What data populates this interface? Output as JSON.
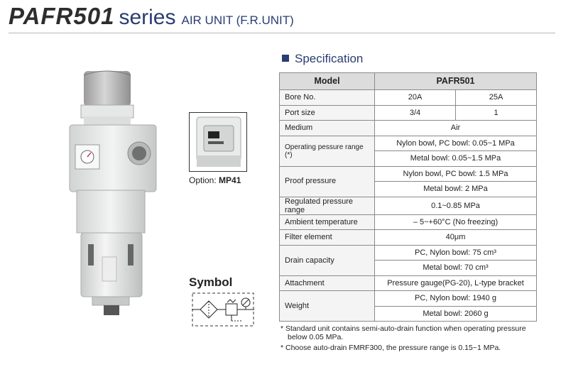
{
  "header": {
    "model": "PAFR501",
    "series": "series",
    "subtitle": "AIR UNIT (F.R.UNIT)"
  },
  "option": {
    "label_prefix": "Option: ",
    "label_model": "MP41"
  },
  "symbol": {
    "title": "Symbol"
  },
  "specification": {
    "title": "Specification",
    "header": {
      "label": "Model",
      "value": "PAFR501"
    },
    "rows": [
      {
        "label": "Bore No.",
        "values": [
          "20A",
          "25A"
        ]
      },
      {
        "label": "Port size",
        "values": [
          "3/4",
          "1"
        ]
      },
      {
        "label": "Medium",
        "value": "Air"
      },
      {
        "label": "Operating pessure range (*)",
        "values": [
          "Nylon bowl, PC bowl: 0.05~1 MPa",
          "Metal bowl: 0.05~1.5 MPa"
        ]
      },
      {
        "label": "Proof pressure",
        "values": [
          "Nylon bowl, PC bowl: 1.5 MPa",
          "Metal bowl: 2 MPa"
        ]
      },
      {
        "label": "Regulated pressure range",
        "value": "0.1~0.85 MPa"
      },
      {
        "label": "Ambient temperature",
        "value": "– 5~+60°C (No freezing)"
      },
      {
        "label": "Filter element",
        "value": "40μm"
      },
      {
        "label": "Drain capacity",
        "values": [
          "PC, Nylon bowl: 75 cm³",
          "Metal bowl: 70 cm³"
        ]
      },
      {
        "label": "Attachment",
        "value": "Pressure gauge(PG-20), L-type bracket"
      },
      {
        "label": "Weight",
        "values": [
          "PC, Nylon bowl: 1940 g",
          "Metal bowl: 2060 g"
        ]
      }
    ]
  },
  "notes": {
    "note1_line1": "* Standard unit contains semi-auto-drain function when operating pressure",
    "note1_line2": "below 0.05 MPa.",
    "note2": "* Choose auto-drain FMRF300, the pressure range is 0.15~1 MPa."
  },
  "colors": {
    "accent": "#2a3d73",
    "header_bg": "#dcdcdc",
    "border": "#8a8a8a"
  }
}
